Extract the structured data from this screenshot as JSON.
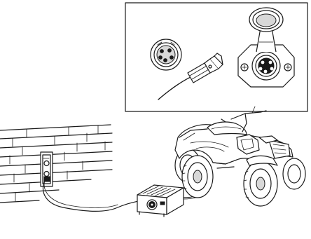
{
  "figure": {
    "icons": [
      "brick-wall",
      "wall-outlet",
      "battery-charger",
      "atv-quad",
      "charging-plug",
      "charging-port"
    ],
    "stroke_color": "#1a1a1a",
    "background_color": "#ffffff"
  }
}
